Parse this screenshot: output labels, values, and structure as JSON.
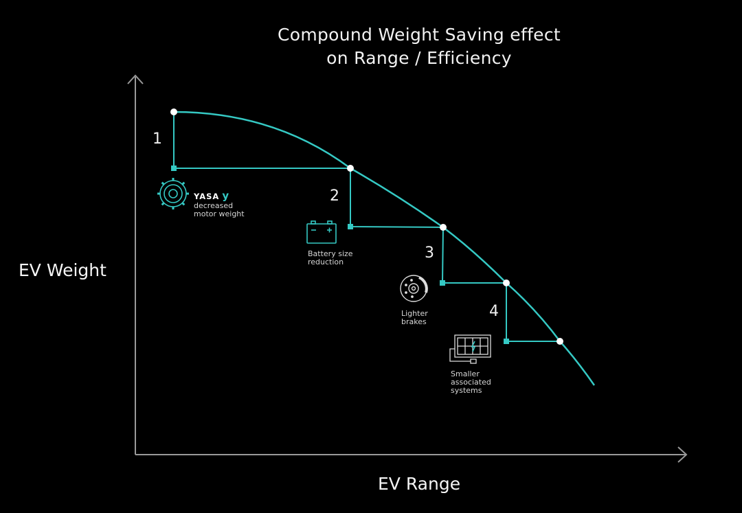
{
  "title_line1": "Compound Weight Saving effect",
  "title_line2": "on Range / Efficiency",
  "y_axis_label": "EV Weight",
  "x_axis_label": "EV Range",
  "steps": [
    {
      "number": "1",
      "brand": "YASA",
      "caption": [
        "decreased",
        "motor weight"
      ],
      "icon": "motor-gear-icon"
    },
    {
      "number": "2",
      "caption": [
        "Battery size",
        "reduction"
      ],
      "icon": "battery-icon"
    },
    {
      "number": "3",
      "caption": [
        "Lighter",
        "brakes"
      ],
      "icon": "brake-disc-icon"
    },
    {
      "number": "4",
      "caption": [
        "Smaller",
        "associated",
        "systems"
      ],
      "icon": "solar-system-icon"
    }
  ],
  "colors": {
    "background": "#000000",
    "curve": "#35c9c4",
    "axis": "#9a9a9a",
    "point": "#ffffff"
  }
}
